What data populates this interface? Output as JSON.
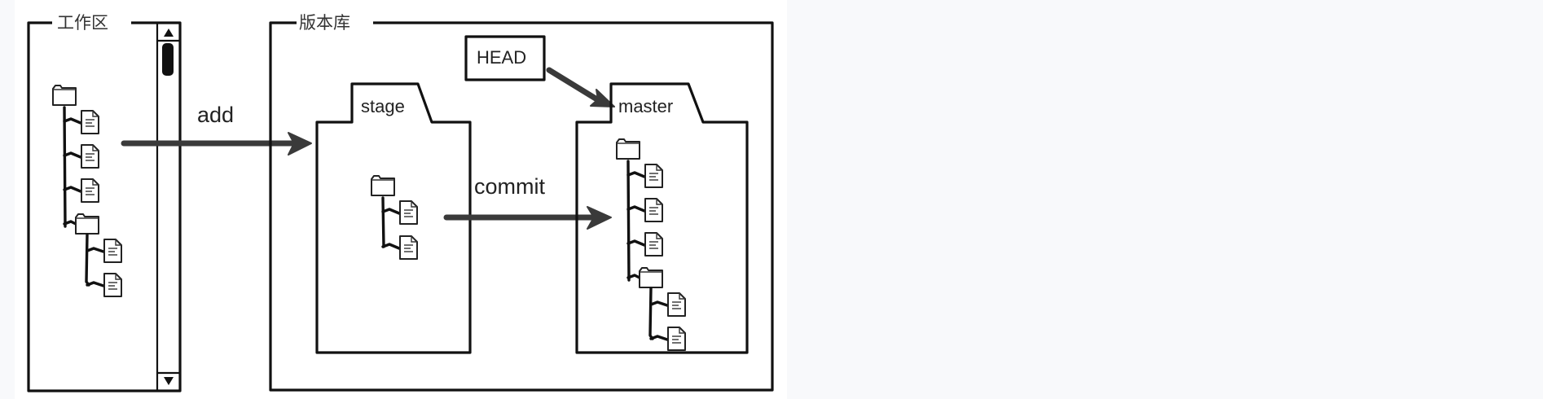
{
  "diagram": {
    "title": "Git working directory, stage and repository",
    "workspace": {
      "title": "工作区",
      "tree": {
        "root": "folder",
        "children": [
          "file",
          "file",
          "file",
          {
            "folder": [
              "file",
              "file"
            ]
          }
        ]
      },
      "scrollbar": {
        "up_icon": "triangle-up-icon",
        "down_icon": "triangle-down-icon"
      }
    },
    "repository": {
      "title": "版本库",
      "head": {
        "label": "HEAD",
        "points_to": "master"
      },
      "stage": {
        "label": "stage",
        "tree": {
          "root": "folder",
          "children": [
            "file",
            "file"
          ]
        }
      },
      "master": {
        "label": "master",
        "tree": {
          "root": "folder",
          "children": [
            "file",
            "file",
            "file",
            {
              "folder": [
                "file",
                "file"
              ]
            }
          ]
        }
      }
    },
    "edges": [
      {
        "from": "workspace",
        "to": "stage",
        "label": "add"
      },
      {
        "from": "stage",
        "to": "master",
        "label": "commit"
      },
      {
        "from": "HEAD",
        "to": "master",
        "label": ""
      }
    ],
    "colors": {
      "line": "#111111",
      "arrow": "#3a3a3a",
      "background": "#ffffff",
      "page": "#f8f9fb"
    }
  }
}
